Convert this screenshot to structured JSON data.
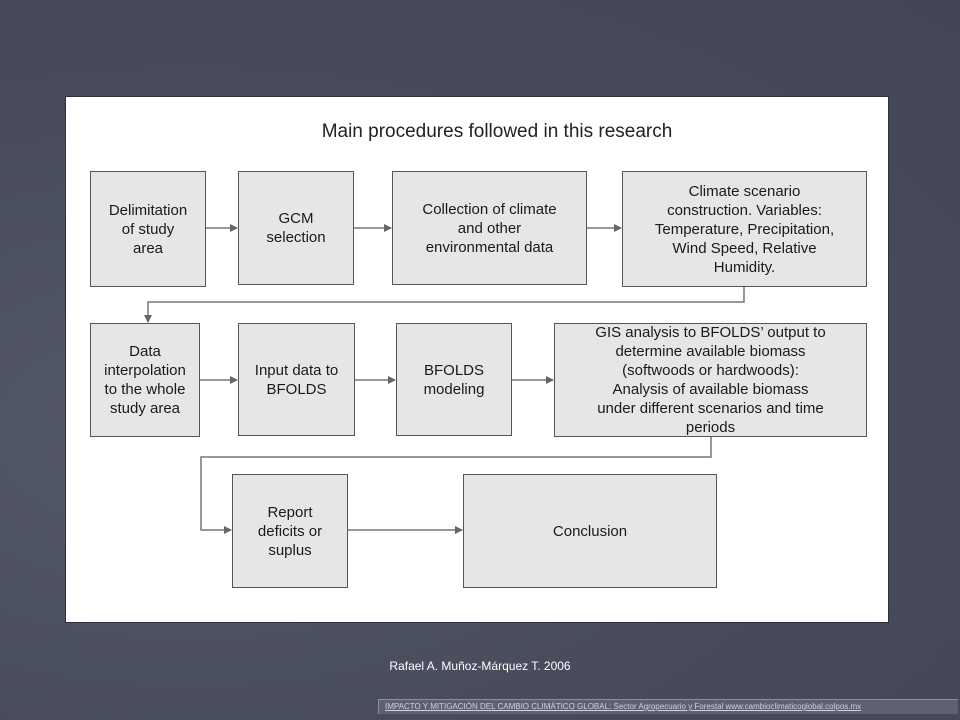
{
  "diagram": {
    "title": "Main procedures followed in this research",
    "nodes": [
      {
        "id": "delimitation",
        "label": "Delimitation\nof study\narea"
      },
      {
        "id": "gcm",
        "label": "GCM\nselection"
      },
      {
        "id": "collection",
        "label": "Collection of climate\nand other\nenvironmental  data"
      },
      {
        "id": "scenario",
        "label": "Climate scenario\nconstruction. Variables:\nTemperature, Precipitation,\nWind Speed, Relative\nHumidity."
      },
      {
        "id": "interpolation",
        "label": "Data\ninterpolation\nto the whole\nstudy area"
      },
      {
        "id": "input",
        "label": "Input data to\nBFOLDS"
      },
      {
        "id": "modeling",
        "label": "BFOLDS\nmodeling"
      },
      {
        "id": "gis",
        "label": "GIS analysis to BFOLDS’ output to\ndetermine available biomass\n(softwoods or hardwoods):\nAnalysis of available biomass\nunder different scenarios and time\nperiods"
      },
      {
        "id": "report",
        "label": "Report\ndeficits or\nsuplus"
      },
      {
        "id": "conclusion",
        "label": "Conclusion"
      }
    ],
    "edges": [
      [
        "delimitation",
        "gcm"
      ],
      [
        "gcm",
        "collection"
      ],
      [
        "collection",
        "scenario"
      ],
      [
        "scenario",
        "interpolation"
      ],
      [
        "interpolation",
        "input"
      ],
      [
        "input",
        "modeling"
      ],
      [
        "modeling",
        "gis"
      ],
      [
        "gis",
        "report"
      ],
      [
        "report",
        "conclusion"
      ]
    ]
  },
  "credit": "Rafael A. Muñoz-Márquez  T. 2006",
  "footer": "IMPACTO  Y  MITIGACIÓN   DEL CAMBIO  CLIMÁTICO  GLOBAL: Sector Agropecuario y Forestal www.cambioclimaticoglobal.colpos.mx"
}
